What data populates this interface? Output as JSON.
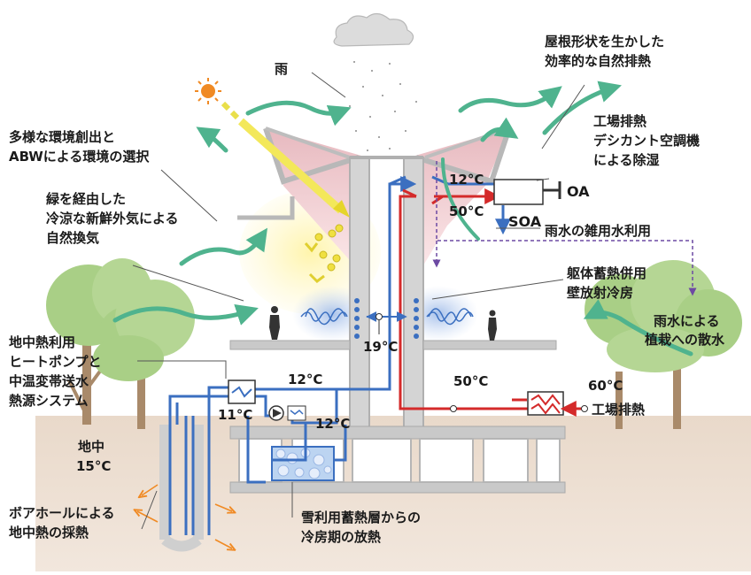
{
  "colors": {
    "cold_pipe": "#3b6fc0",
    "hot_pipe": "#d42a2a",
    "wind": "#4fb38e",
    "ground": "#e6d5c6",
    "structure": "#c9c9c9",
    "sun": "#f08a24",
    "rain_drain": "#6d4aa3",
    "tree": "#a9cf86",
    "trunk": "#a98a6a"
  },
  "labels": {
    "rain": "雨",
    "roof_shape": [
      "屋根形状を生かした",
      "効率的な自然排熱"
    ],
    "diverse_env": [
      "多様な環境創出と",
      "ABWによる環境の選択"
    ],
    "fresh_air": [
      "緑を経由した",
      "冷涼な新鮮外気による",
      "自然換気"
    ],
    "factory_heat": [
      "工場排熱",
      "デシカント空調機",
      "による除湿"
    ],
    "oa": "OA",
    "soa": "SOA",
    "temp_12_top": "12°C",
    "temp_50_top": "50°C",
    "rainwater_use": "雨水の雑用水利用",
    "radiant_cooling": [
      "躯体蓄熱併用",
      "壁放射冷房"
    ],
    "rain_sprinkle": [
      "雨水による",
      "植栽への散水"
    ],
    "temp_19": "19°C",
    "geothermal": [
      "地中熱利用",
      "ヒートポンプと",
      "中温変帯送水",
      "熱源システム"
    ],
    "temp_12_mid": "12°C",
    "temp_50_mid": "50°C",
    "temp_60": "60°C",
    "temp_11": "11°C",
    "temp_12_low": "12°C",
    "factory_exhaust": "工場排熱",
    "underground": "地中",
    "temp_15": "15°C",
    "borehole": [
      "ボアホールによる",
      "地中熱の採熱"
    ],
    "snow_storage": [
      "雪利用蓄熱層からの",
      "冷房期の放熱"
    ]
  }
}
